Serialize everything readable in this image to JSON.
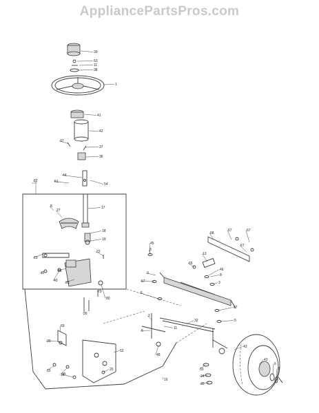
{
  "watermark": "AppliancePartsPros.com",
  "callouts": [
    {
      "label": "39"
    },
    {
      "label": "63"
    },
    {
      "label": "11"
    },
    {
      "label": "38"
    },
    {
      "label": "1"
    },
    {
      "label": "41"
    },
    {
      "label": "42"
    },
    {
      "label": "37"
    },
    {
      "label": "37"
    },
    {
      "label": "36"
    },
    {
      "label": "82"
    },
    {
      "label": "44"
    },
    {
      "label": "51"
    },
    {
      "label": "54"
    },
    {
      "label": "17"
    },
    {
      "label": "8"
    },
    {
      "label": "27"
    },
    {
      "label": "18"
    },
    {
      "label": "19"
    },
    {
      "label": "22"
    },
    {
      "label": "23"
    },
    {
      "label": "11"
    },
    {
      "label": "40"
    },
    {
      "label": "66"
    },
    {
      "label": "25"
    },
    {
      "label": "79"
    },
    {
      "label": "80"
    },
    {
      "label": "26"
    },
    {
      "label": "67"
    },
    {
      "label": "67"
    },
    {
      "label": "68"
    },
    {
      "label": "45"
    },
    {
      "label": "8"
    },
    {
      "label": "3"
    },
    {
      "label": "65"
    },
    {
      "label": "13"
    },
    {
      "label": "46"
    },
    {
      "label": "8"
    },
    {
      "label": "3"
    },
    {
      "label": "67"
    },
    {
      "label": "67"
    },
    {
      "label": "5"
    },
    {
      "label": "87"
    },
    {
      "label": "5"
    },
    {
      "label": "5"
    },
    {
      "label": "32"
    },
    {
      "label": "11"
    },
    {
      "label": "2"
    },
    {
      "label": "48"
    },
    {
      "label": "43"
    },
    {
      "label": "33"
    },
    {
      "label": "34"
    },
    {
      "label": "35"
    },
    {
      "label": "43"
    },
    {
      "label": "6"
    },
    {
      "label": "8"
    },
    {
      "label": "69"
    },
    {
      "label": "20"
    },
    {
      "label": "62"
    },
    {
      "label": "15"
    },
    {
      "label": "15"
    },
    {
      "label": "15"
    },
    {
      "label": "20"
    },
    {
      "label": "16"
    }
  ]
}
